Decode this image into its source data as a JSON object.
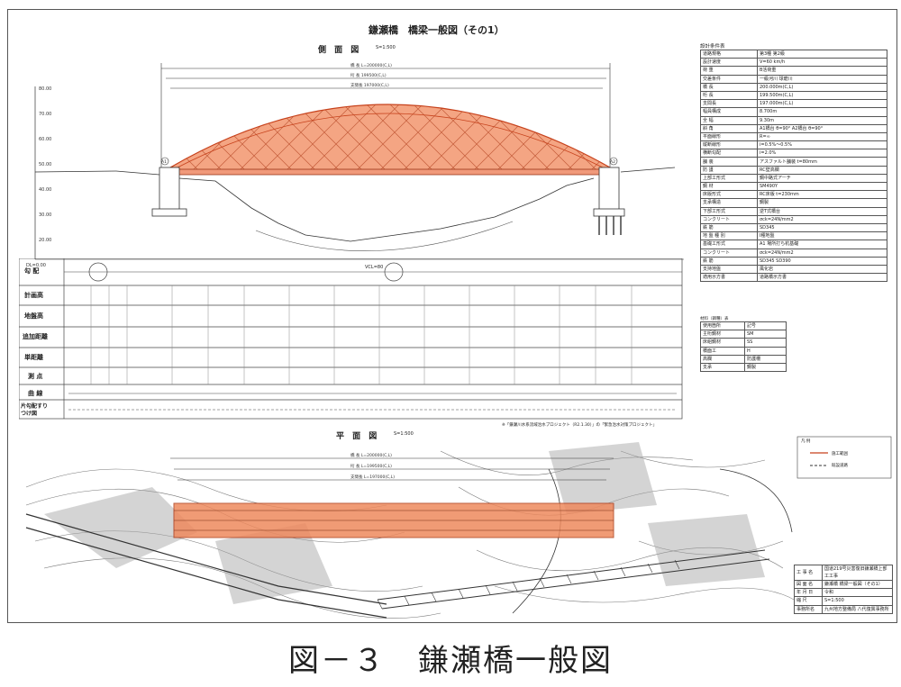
{
  "drawing": {
    "title": "鎌瀬橋　橋梁一般図（その1）",
    "side_view": {
      "label": "側 面 図",
      "scale": "S=1:500",
      "abutment_left": "A1",
      "abutment_right": "A2",
      "dims": [
        "橋 長 L=200000(C,L)",
        "桁 長 199500(C,L)",
        "支間長 197000(C,L)"
      ],
      "elevations": [
        "80.00",
        "70.00",
        "60.00",
        "50.00",
        "40.00",
        "30.00",
        "20.00"
      ],
      "dl": "DL=0.00"
    },
    "profile_rows": [
      "勾 配",
      "計画高",
      "地盤高",
      "追加距離",
      "単距離",
      "測 点",
      "曲 線",
      "片勾配すりつけ図"
    ],
    "vcl_label": "VCL=80",
    "plan_view": {
      "label": "平 面 図",
      "scale": "S=1:500",
      "dims": [
        "橋 長 L=200000(C,L)",
        "桁 長 L=199500(C,L)",
        "支間長 L=197000(C,L)"
      ]
    },
    "note": "※「鎌瀬川水系流域治水プロジェクト（R2.1.30）」の「緊急治水対策プロジェクト」",
    "legend": {
      "title": "凡 例",
      "items": [
        "施工範囲",
        "既設道路"
      ]
    },
    "design_conditions": {
      "title": "設計条件表",
      "rows": [
        [
          "道路規格",
          "第3種 第2級"
        ],
        [
          "設計速度",
          "V=60 km/h"
        ],
        [
          "荷 重",
          "B活荷重"
        ],
        [
          "交差条件",
          "一級河川 球磨川"
        ],
        [
          "橋 長",
          "200.000m(C,L)"
        ],
        [
          "桁 長",
          "199.500m(C,L)"
        ],
        [
          "支間長",
          "197.000m(C,L)"
        ],
        [
          "幅員構成",
          "8.700m"
        ],
        [
          "全 幅",
          "9.30m"
        ],
        [
          "斜 角",
          "A1橋台 θ=90° A2橋台 θ=90°"
        ],
        [
          "平面線形",
          "R=∞"
        ],
        [
          "縦断線形",
          "i=0.5%〜0.5%"
        ],
        [
          "横断勾配",
          "i=2.0%"
        ],
        [
          "舗 装",
          "アスファルト舗装 t=80mm"
        ],
        [
          "防 護",
          "RC壁高欄"
        ],
        [
          "上部工形式",
          "鋼中路式アーチ"
        ],
        [
          "鋼 材",
          "SM490Y"
        ],
        [
          "床版形式",
          "RC床版 t=230mm"
        ],
        [
          "支承構造",
          "鋼製"
        ],
        [
          "下部工形式",
          "逆T式橋台"
        ],
        [
          "コンクリート",
          "σck=24N/mm2"
        ],
        [
          "鉄 筋",
          "SD345"
        ],
        [
          "地 盤 種 別",
          "I種地盤"
        ],
        [
          "基礎工形式",
          "A1 場所打ち杭基礎"
        ],
        [
          "コンクリート",
          "σck=24N/mm2"
        ],
        [
          "鉄 筋",
          "SD345 SD390"
        ],
        [
          "支持地盤",
          "風化岩"
        ],
        [
          "適用示方書",
          "道路橋示方書"
        ]
      ]
    },
    "materials_table": {
      "title": "材料（鋼種）表",
      "rows": [
        [
          "使用箇所",
          "記号"
        ],
        [
          "主桁鋼材",
          "SM"
        ],
        [
          "床組鋼材",
          "SS"
        ],
        [
          "橋面工",
          "H"
        ],
        [
          "高欄",
          "防護柵"
        ],
        [
          "支承",
          "鋼製"
        ]
      ]
    },
    "title_block": {
      "rows": [
        [
          "工 事 名",
          "国道219号災害復旧鎌瀬橋上部工工事"
        ],
        [
          "図 面 名",
          "鎌瀬橋 橋梁一般図（その1）"
        ],
        [
          "年 月 日",
          "令和"
        ],
        [
          "縮 尺",
          "S=1:500"
        ],
        [
          "事務所名",
          "九州地方整備局 八代復興事務所"
        ]
      ]
    }
  },
  "caption": "図－３　鎌瀬橋一般図",
  "colors": {
    "arch_fill": "#f4a583",
    "arch_stroke": "#c7421c",
    "highlight": "#ee8a5e"
  }
}
